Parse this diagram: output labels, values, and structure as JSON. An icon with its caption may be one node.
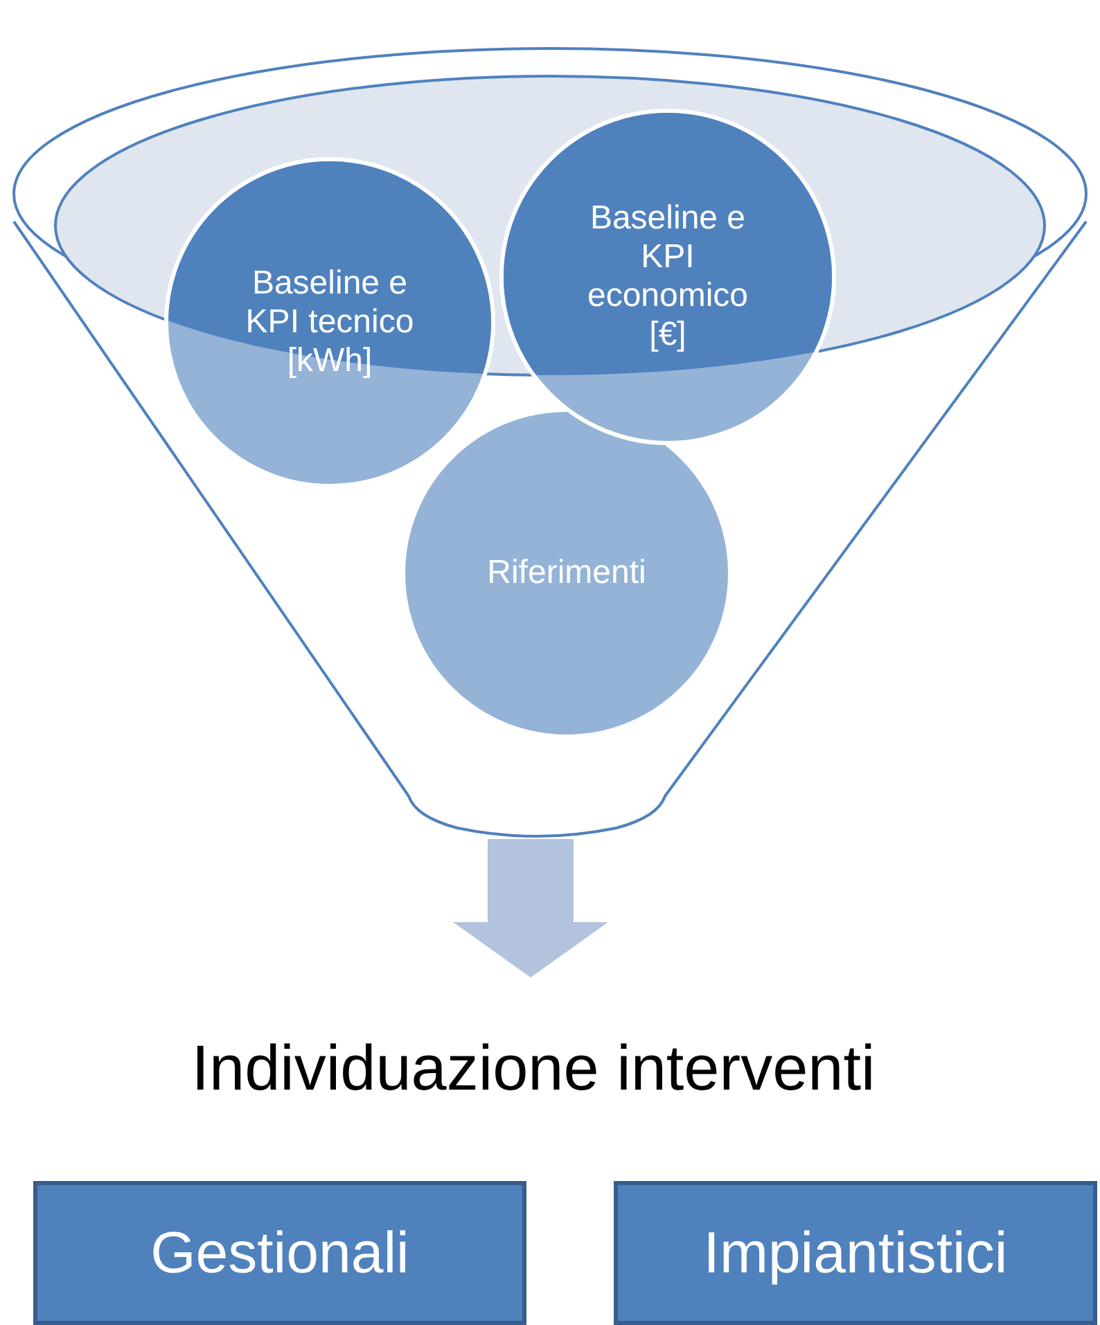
{
  "diagram": {
    "nodes": [
      {
        "text": [],
        "shape": "funnel"
      },
      {
        "text": [
          "Baseline e KPI tecnico [kWh]"
        ]
      },
      {
        "text": [
          "Baseline  e KPI economico [€]"
        ]
      },
      {
        "text": [
          "Riferimenti"
        ],
        "in": 0
      },
      {
        "text": [
          "Individuazione interventi"
        ]
      },
      {
        "text": [
          "Gestionali"
        ]
      },
      {
        "text": [
          "Impiantistici"
        ]
      }
    ],
    "edges": [
      {
        "from": 0,
        "to": 4,
        "arrow": "to"
      }
    ]
  }
}
